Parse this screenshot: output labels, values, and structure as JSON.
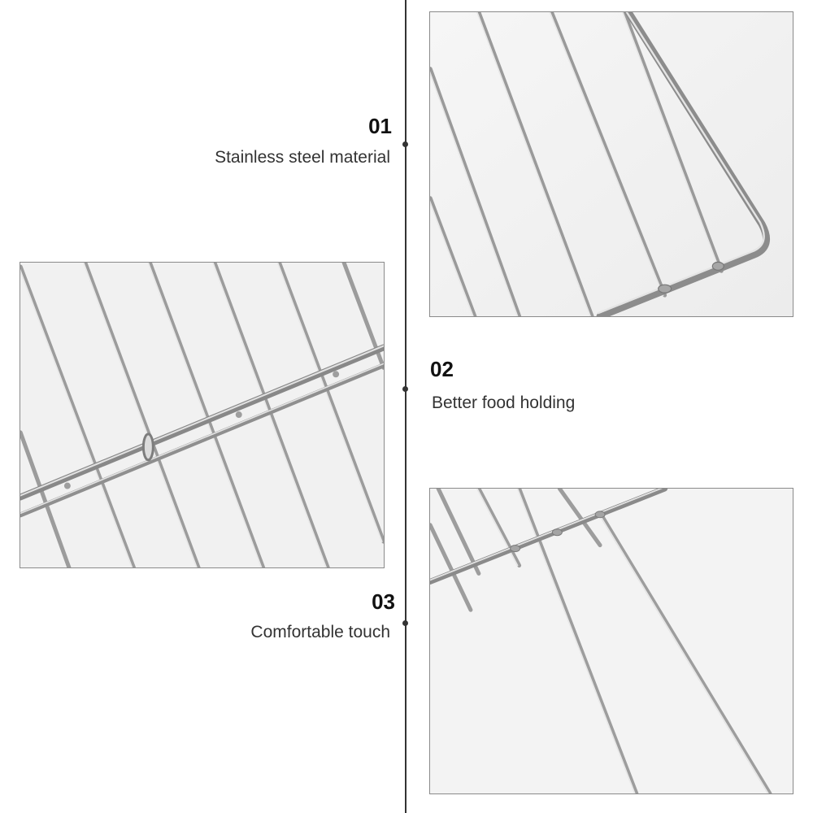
{
  "features": [
    {
      "number": "01",
      "caption": "Stainless steel material"
    },
    {
      "number": "02",
      "caption": "Better food holding"
    },
    {
      "number": "03",
      "caption": "Comfortable touch"
    }
  ],
  "photos": [
    {
      "subject": "grill-rack-corner-closeup"
    },
    {
      "subject": "grill-rack-crossbar-closeup"
    },
    {
      "subject": "grill-rack-long-wires-closeup"
    }
  ],
  "colors": {
    "wire": "#a8a8a8",
    "wire_highlight": "#e6e6e6",
    "wire_shadow": "#6e6e6e",
    "photo_background": "#f3f3f3",
    "timeline": "#333333"
  }
}
